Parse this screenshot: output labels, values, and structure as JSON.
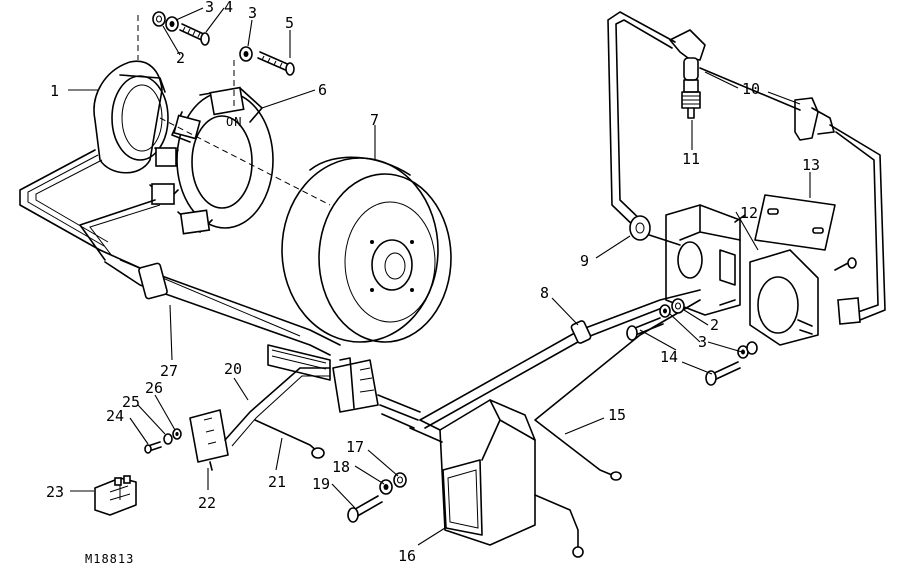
{
  "figure_code": "M18813",
  "callouts": [
    {
      "id": "1",
      "text": "1"
    },
    {
      "id": "2a",
      "text": "2"
    },
    {
      "id": "3a",
      "text": "3"
    },
    {
      "id": "4",
      "text": "4"
    },
    {
      "id": "3b",
      "text": "3"
    },
    {
      "id": "5",
      "text": "5"
    },
    {
      "id": "6",
      "text": "6"
    },
    {
      "id": "7",
      "text": "7"
    },
    {
      "id": "8",
      "text": "8"
    },
    {
      "id": "9",
      "text": "9"
    },
    {
      "id": "10",
      "text": "10"
    },
    {
      "id": "11",
      "text": "11"
    },
    {
      "id": "12",
      "text": "12"
    },
    {
      "id": "13",
      "text": "13"
    },
    {
      "id": "2b",
      "text": "2"
    },
    {
      "id": "3c",
      "text": "3"
    },
    {
      "id": "14",
      "text": "14"
    },
    {
      "id": "15",
      "text": "15"
    },
    {
      "id": "16",
      "text": "16"
    },
    {
      "id": "17",
      "text": "17"
    },
    {
      "id": "18",
      "text": "18"
    },
    {
      "id": "19",
      "text": "19"
    },
    {
      "id": "20",
      "text": "20"
    },
    {
      "id": "21",
      "text": "21"
    },
    {
      "id": "22",
      "text": "22"
    },
    {
      "id": "23",
      "text": "23"
    },
    {
      "id": "24",
      "text": "24"
    },
    {
      "id": "25",
      "text": "25"
    },
    {
      "id": "26",
      "text": "26"
    },
    {
      "id": "27",
      "text": "27"
    }
  ]
}
